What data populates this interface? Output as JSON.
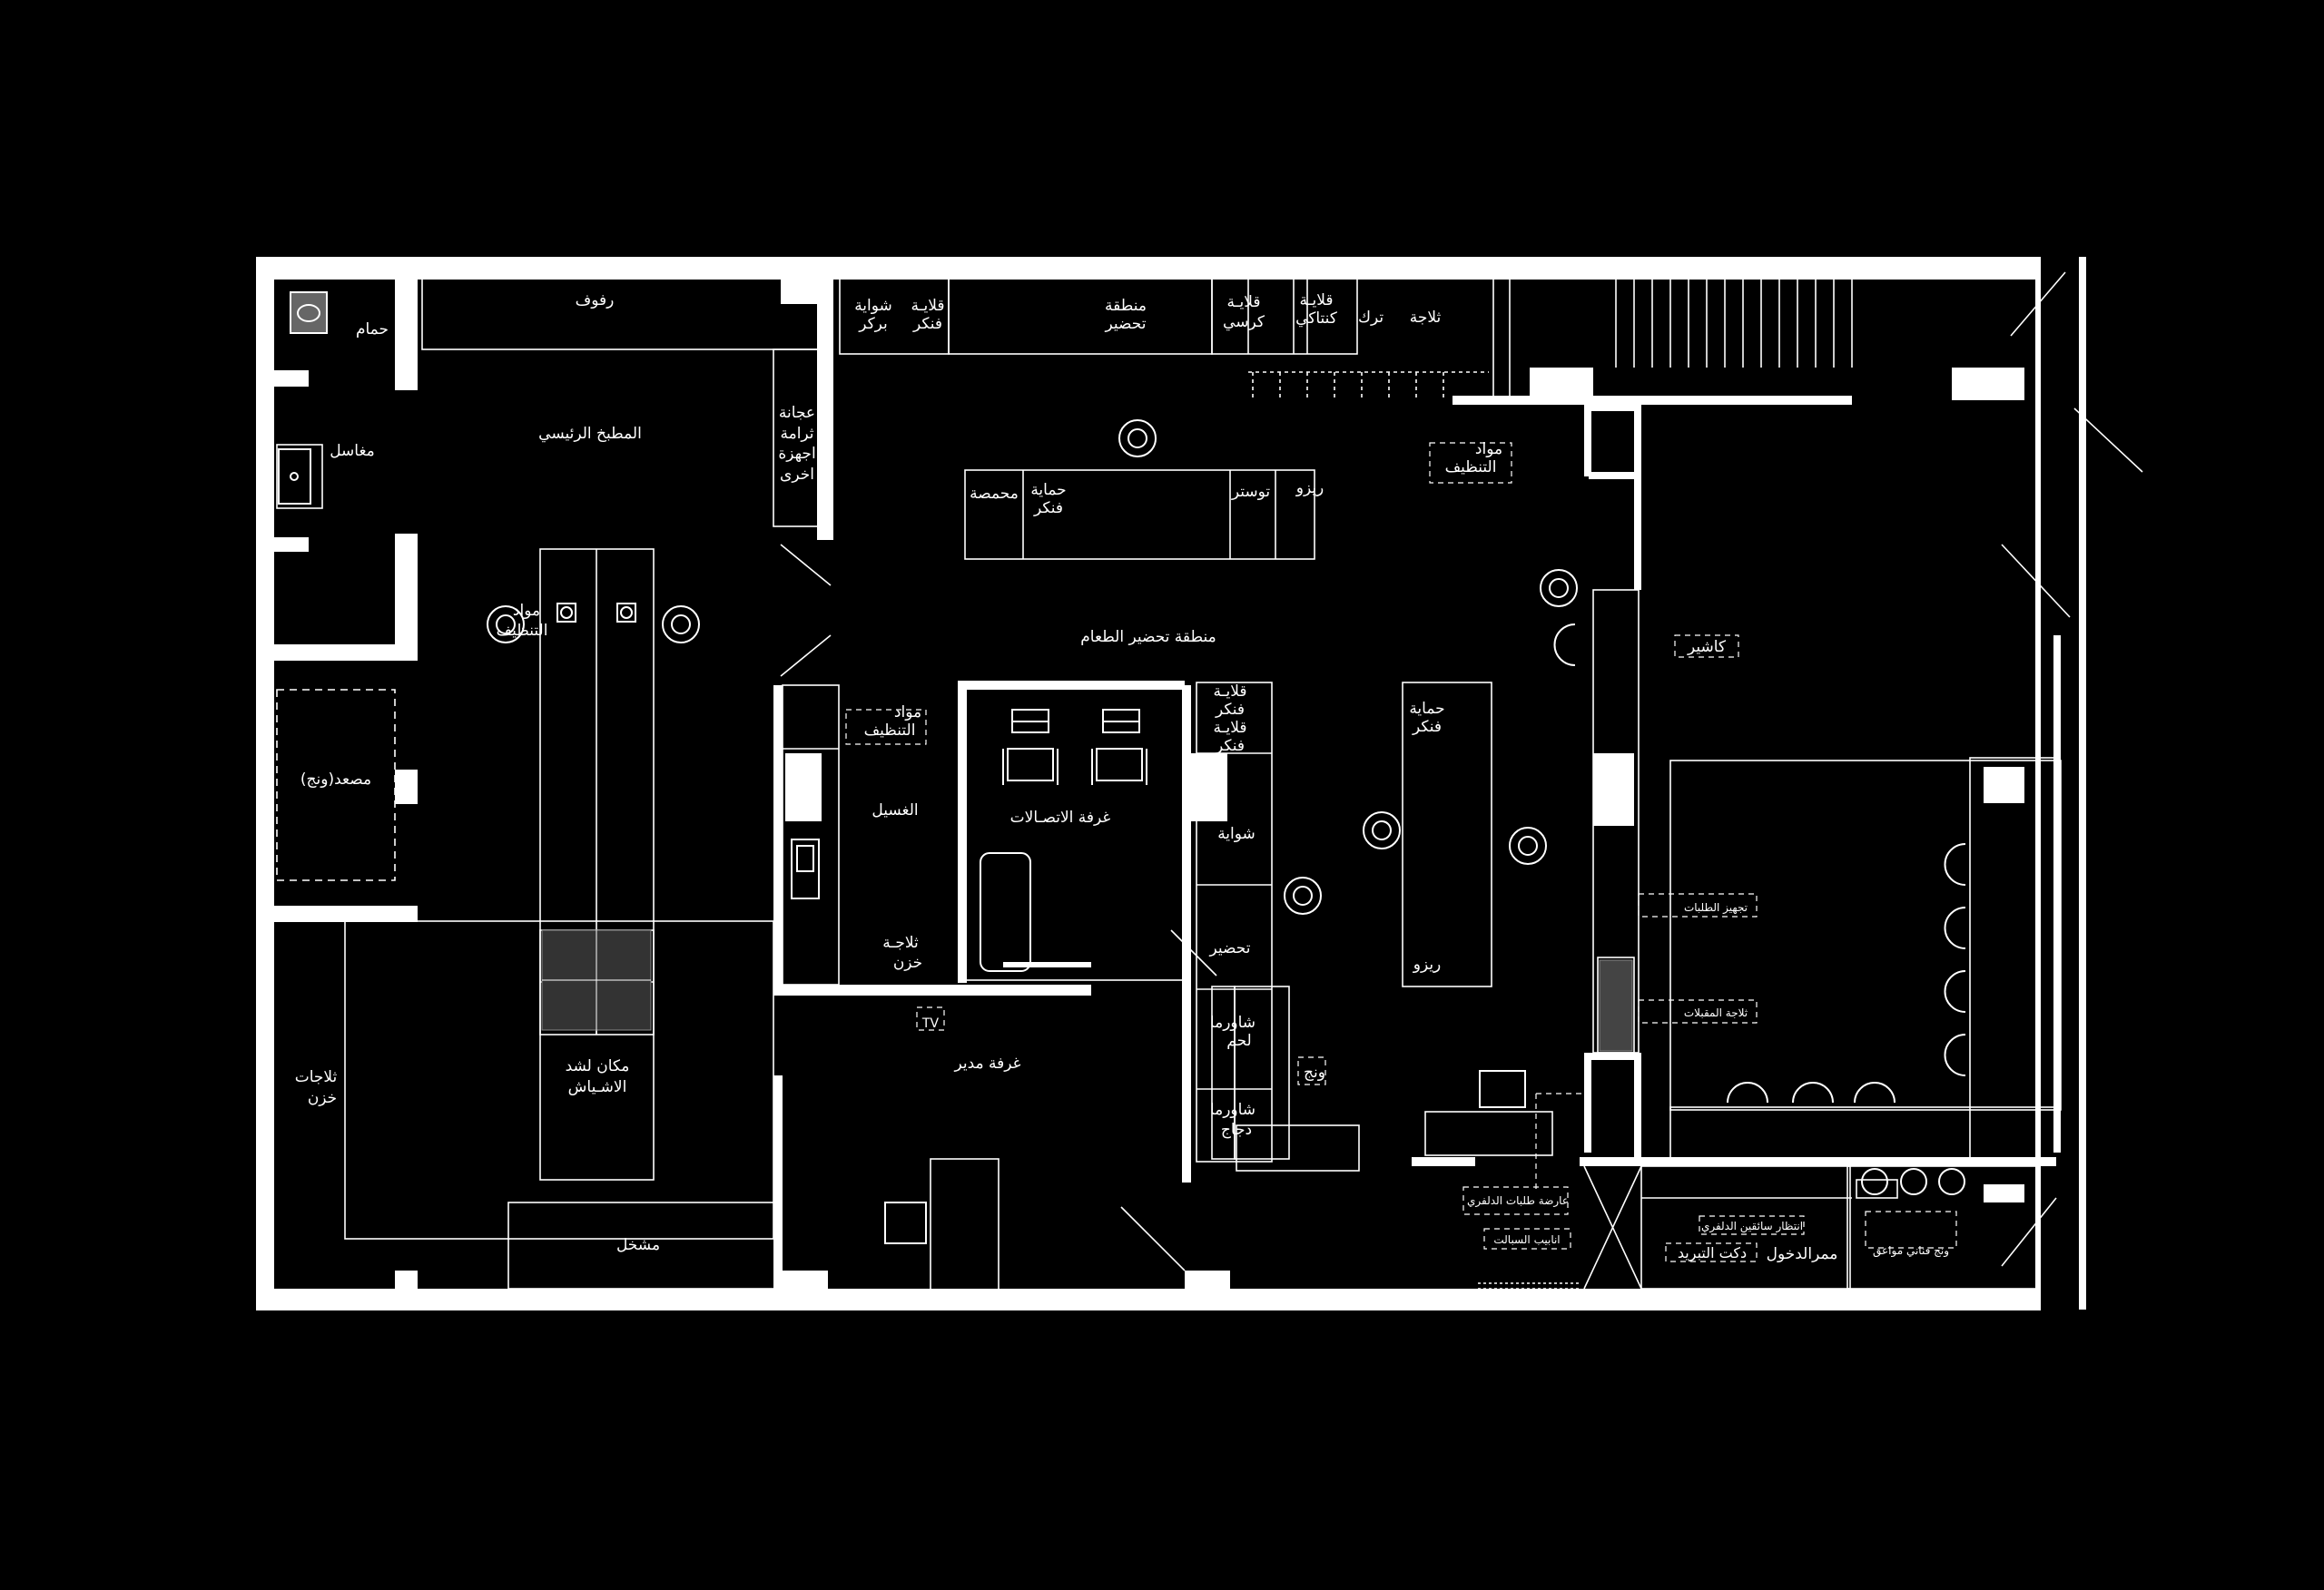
{
  "colors": {
    "background": "#000000",
    "lines": "#ffffff"
  },
  "icons": [
    "toilet-icon",
    "sink-icon",
    "chair-icon",
    "stool-icon",
    "person-icon",
    "burner-icon",
    "stairs-icon"
  ],
  "labels": {
    "bathroom": "حمام",
    "shelves": "رفوف",
    "sinks": "مغاسل",
    "main_kitchen": "المطبخ الرئيسي",
    "cleaning_left_1": "مواد",
    "cleaning_left_2": "التنظيف",
    "elevator": "مصعد(ونج)",
    "storage_fridges_1": "ثلاجات",
    "storage_fridges_2": "خزن",
    "skewer_1": "مكان لشد",
    "skewer_2": "الاشـياش",
    "grill_coal": "مشخل",
    "dough_1": "عجانة",
    "dough_2": "ثرامة",
    "dough_3": "اجهزة",
    "dough_4": "اخرى",
    "burger_grill_1": "شواية",
    "burger_grill_2": "بركر",
    "fryer_1": "قلايـة",
    "fryer_2": "فنكر",
    "prep_zone_1": "منطقة",
    "prep_zone_2": "تحضير",
    "fryer_chair_1": "قلايـة",
    "fryer_chair_2": "كرسي",
    "fryer_kentucky_1": "قلايـة",
    "fryer_kentucky_2": "كنتاكي",
    "turk": "ترك",
    "fridge_top": "ثلاجة",
    "roaster": "محمصة",
    "finger_guard_1": "حماية",
    "finger_guard_2": "فنكر",
    "toaster": "توستر",
    "rizo": "ريزو",
    "food_prep_area": "منطقة تحضير الطعام",
    "cleaning_mid_1": "مواد",
    "cleaning_mid_2": "التنظيف",
    "washing": "الغسيل",
    "storage_fridge_1": "ثلاجـة",
    "storage_fridge_2": "خزن",
    "comm_room": "غرفة الاتصـالات",
    "manager_room": "غرفة مدير",
    "tv": "TV",
    "col_fryer_1": "قلايـة",
    "col_fryer_2": "فنكر",
    "col_fryer_3": "قلايـة",
    "col_fryer_4": "فنكر",
    "grill": "شواية",
    "prep": "تحضير",
    "shawarma_meat_1": "شاورما",
    "shawarma_meat_2": "لحم",
    "shawarma_chicken_1": "شاورما",
    "shawarma_chicken_2": "دجاج",
    "winch": "ونج",
    "island_guard_1": "حماية",
    "island_guard_2": "فنكر",
    "island_rizo": "ريزو",
    "cleaning_right_1": "مواد",
    "cleaning_right_2": "التنظيف",
    "cashier": "كاشير",
    "order_prep": "تجهيز الطلبات",
    "appetizers_fridge": "ثلاجة المقبلات",
    "delivery_display": "عارضة طلبات الدلفري",
    "cooling_pipes": "انابيب السبالت",
    "delivery_wait": "انتظار سائقين الدلفري",
    "cooling_duct": "دكت التبريد",
    "entry_corridor": "ممرالدخول",
    "drinks_winch": "ونج فناني مواعق"
  }
}
